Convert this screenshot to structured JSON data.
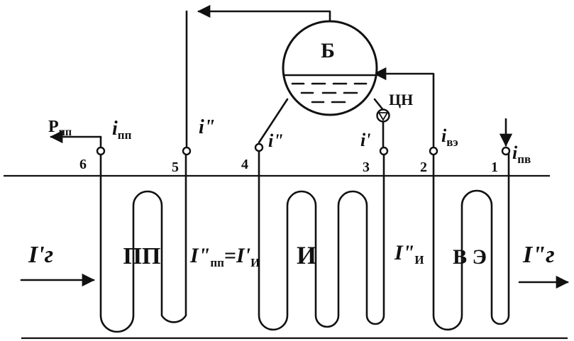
{
  "drum": {
    "label": "Б"
  },
  "pump": {
    "label": "ЦН"
  },
  "points": [
    "1",
    "2",
    "3",
    "4",
    "5",
    "6"
  ],
  "enthalpies": {
    "i_pv_main": "i",
    "i_pv_sub": "пв",
    "i_ve_main": "i",
    "i_ve_sub": "вэ",
    "i_prime": "i'",
    "i_double_4": "i\"",
    "i_double_5": "i\"",
    "i_pp_main": "i",
    "i_pp_sub": "пп"
  },
  "pressure_out": {
    "main": "P",
    "sub": "пп"
  },
  "sections": {
    "superheater": "ПП",
    "evaporator": "И",
    "economizer": "В Э"
  },
  "gas_labels": {
    "inlet": "I'г",
    "outlet": "I\"г",
    "between_pp_i": {
      "left_main": "I\"",
      "left_sub": "пп",
      "equals": "=",
      "right_main": "I'",
      "right_sub": "И"
    },
    "after_i": {
      "main": "I\"",
      "sub": "И"
    }
  }
}
